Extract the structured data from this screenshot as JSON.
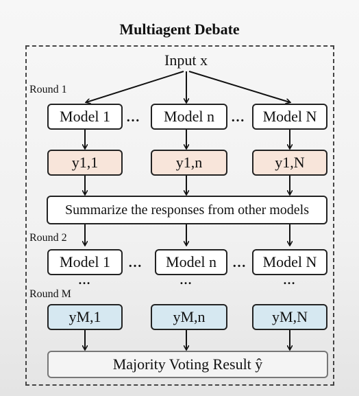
{
  "title": "Multiagent Debate",
  "input_label": "Input x",
  "round1_label": "Round 1",
  "round2_label": "Round 2",
  "roundM_label": "Round M",
  "round1_models": [
    "Model 1",
    "Model n",
    "Model N"
  ],
  "round2_models": [
    "Model 1",
    "Model n",
    "Model N"
  ],
  "round1_responses": [
    "y1,1",
    "y1,n",
    "y1,N"
  ],
  "roundM_responses": [
    "yM,1",
    "yM,n",
    "yM,N"
  ],
  "summary_text": "Summarize the responses from other models",
  "final_text": "Majority Voting Result ŷ",
  "ellipsis": "…",
  "vertical_ellipsis": "…",
  "colors": {
    "round1_response_fill": "#f8e5da",
    "roundM_response_fill": "#d6e8f1"
  }
}
